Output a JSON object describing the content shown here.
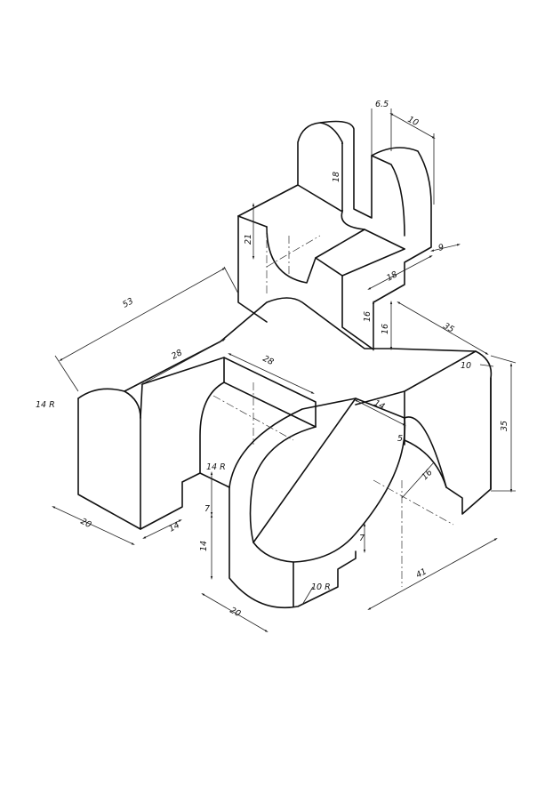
{
  "dimensions": {
    "d53": "53",
    "d28_left": "28",
    "d28_right": "28",
    "d14R_left": "14 R",
    "d20_left": "20",
    "d14_base": "14",
    "d14R_mid": "14 R",
    "d7_left": "7",
    "d14_vert": "14",
    "d20_front": "20",
    "d10R": "10 R",
    "d41": "41",
    "d7_right": "7",
    "d16_arc": "16",
    "d5": "5",
    "d14_top": "14",
    "d35_vert": "35",
    "d35_diag": "35",
    "d10_corner": "10",
    "d65": "6.5",
    "d10_top": "10",
    "d18_slot": "18",
    "d9": "9",
    "d18_step": "18",
    "d16_step": "16",
    "d16_side": "16",
    "d21": "21"
  }
}
